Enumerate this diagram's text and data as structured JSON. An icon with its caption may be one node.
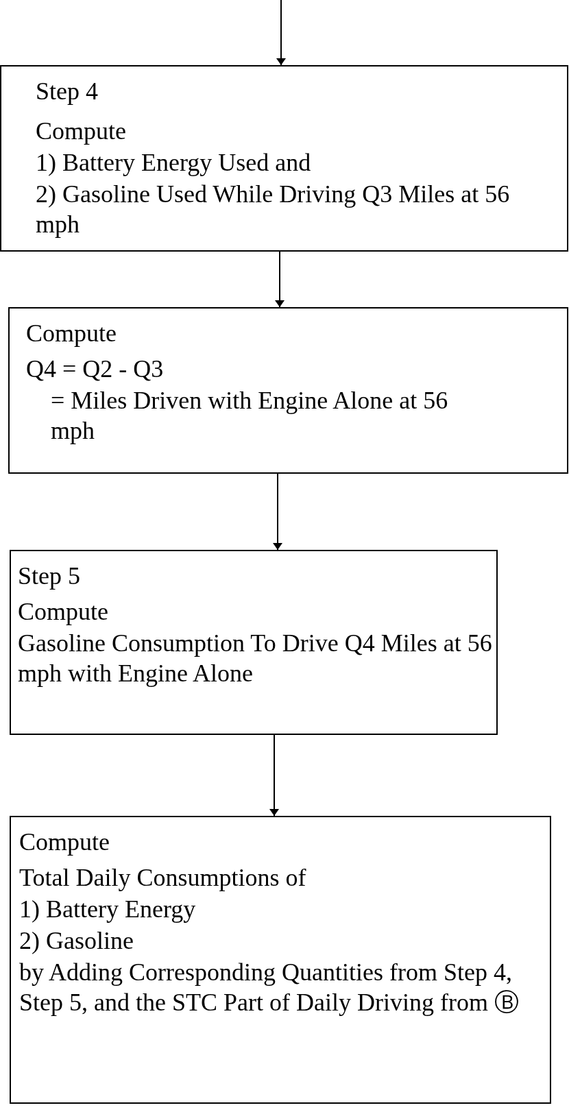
{
  "diagram": {
    "nodes": [
      {
        "text": [
          "Step 4",
          "Compute",
          "1) Battery Energy Used and",
          "2) Gasoline Used While Driving Q3 Miles at 56 mph"
        ]
      },
      {
        "text": [
          "Compute",
          "Q4 = Q2 - Q3",
          "= Miles Driven with Engine Alone at 56 mph"
        ]
      },
      {
        "text": [
          "Step 5",
          "Compute",
          "Gasoline Consumption To Drive Q4 Miles at 56 mph with Engine Alone"
        ]
      },
      {
        "text": [
          "Compute",
          "Total Daily Consumptions of",
          "1) Battery Energy",
          "2) Gasoline",
          "by Adding Corresponding Quantities from Step 4, Step 5, and the STC Part of Daily Driving from Ⓑ"
        ]
      }
    ],
    "edges": [
      {
        "from": null,
        "to": 0,
        "arrow": "to"
      },
      {
        "from": 0,
        "to": 1,
        "arrow": "to"
      },
      {
        "from": 1,
        "to": 2,
        "arrow": "to"
      },
      {
        "from": 2,
        "to": 3,
        "arrow": "to"
      }
    ]
  }
}
